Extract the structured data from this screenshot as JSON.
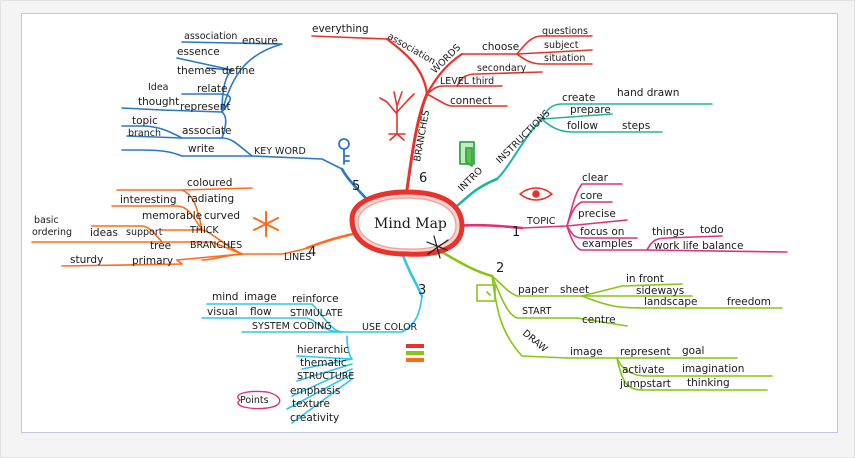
{
  "center": {
    "label": "Mind Map"
  },
  "colors": {
    "center_fill": "#fbd3cf",
    "center_stroke": "#e8322a",
    "branches": "#e8322a",
    "intro": "#1fb5a5",
    "topic": "#e0307a",
    "paper": "#86c614",
    "use_color": "#2ec7ec",
    "lines": "#ff6b1a",
    "key_word": "#2a78c8"
  },
  "branches": {
    "number": "6",
    "label": "BRANCHES",
    "nodes": {
      "association": "association",
      "everything": "everything",
      "words": "WORDS",
      "choose": "choose",
      "questions": "questions",
      "subject": "subject",
      "situation": "situation",
      "level": "LEVEL",
      "secondary": "secondary",
      "third": "third",
      "connect": "connect"
    }
  },
  "intro": {
    "label": "INTRO",
    "nodes": {
      "instructions": "INSTRUCTIONS",
      "create": "create",
      "hand_drawn": "hand drawn",
      "prepare": "prepare",
      "follow": "follow",
      "steps": "steps"
    }
  },
  "topic": {
    "number": "1",
    "label": "TOPIC",
    "nodes": {
      "clear": "clear",
      "core": "core",
      "precise": "precise",
      "focus_on": "focus on",
      "examples": "examples",
      "things": "things",
      "todo": "todo",
      "work_life_balance": "work life balance"
    }
  },
  "paper": {
    "number": "2",
    "nodes": {
      "paper": "paper",
      "sheet": "sheet",
      "in_front": "in front",
      "sideways": "sideways",
      "landscape": "landscape",
      "freedom": "freedom",
      "start": "START",
      "centre": "centre",
      "draw": "DRAW",
      "image": "image",
      "represent": "represent",
      "goal": "goal",
      "activate": "activate",
      "imagination": "imagination",
      "jumpstart": "jumpstart",
      "thinking": "thinking"
    }
  },
  "use_color": {
    "number": "3",
    "label": "USE COLOR",
    "nodes": {
      "mind": "mind",
      "image": "image",
      "reinforce": "reinforce",
      "visual": "visual",
      "flow": "flow",
      "stimulate": "STIMULATE",
      "system_coding": "SYSTEM CODING",
      "hierarchic": "hierarchic",
      "thematic": "thematic",
      "structure": "STRUCTURE",
      "emphasis": "emphasis",
      "points": "Points",
      "texture": "texture",
      "creativity": "creativity"
    }
  },
  "lines": {
    "number": "4",
    "label": "LINES",
    "nodes": {
      "coloured": "coloured",
      "interesting": "interesting",
      "radiating": "radiating",
      "memorable": "memorable",
      "curved": "curved",
      "basic": "basic",
      "ordering": "ordering",
      "ideas": "ideas",
      "support": "support",
      "thick": "THICK",
      "tree": "tree",
      "branches": "BRANCHES",
      "sturdy": "sturdy",
      "primary": "primary"
    }
  },
  "key_word": {
    "number": "5",
    "label": "KEY WORD",
    "nodes": {
      "association": "association",
      "ensure": "ensure",
      "essence": "essence",
      "themes": "themes",
      "define": "define",
      "relate": "relate",
      "idea": "Idea",
      "thought": "thought",
      "represent": "represent",
      "topic": "topic",
      "branch": "branch",
      "associate": "associate",
      "write": "write"
    }
  }
}
